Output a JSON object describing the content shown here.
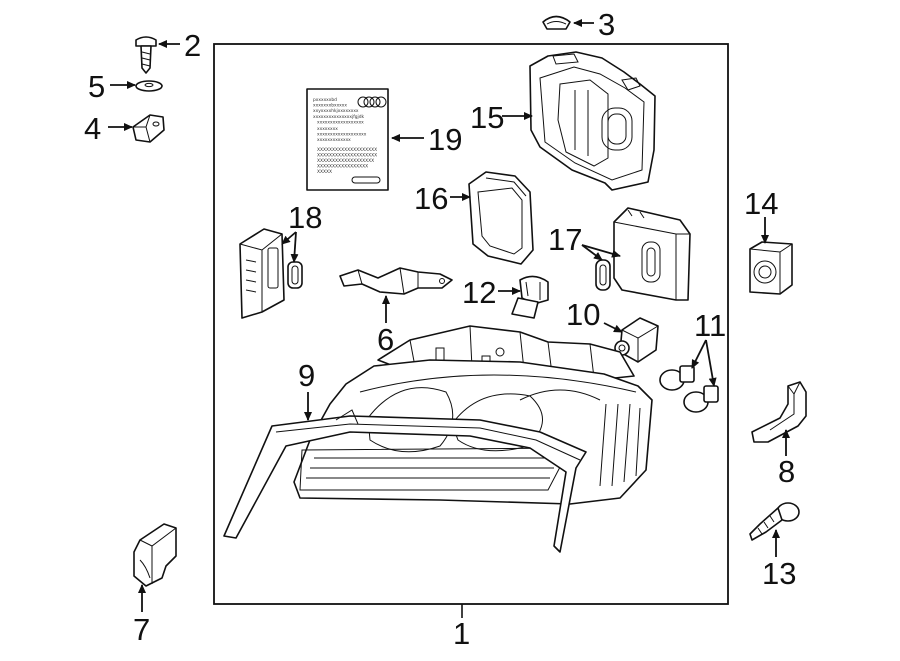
{
  "diagram": {
    "callouts": [
      {
        "id": "1",
        "text": "1"
      },
      {
        "id": "2",
        "text": "2"
      },
      {
        "id": "3",
        "text": "3"
      },
      {
        "id": "4",
        "text": "4"
      },
      {
        "id": "5",
        "text": "5"
      },
      {
        "id": "6",
        "text": "6"
      },
      {
        "id": "7",
        "text": "7"
      },
      {
        "id": "8",
        "text": "8"
      },
      {
        "id": "9",
        "text": "9"
      },
      {
        "id": "10",
        "text": "10"
      },
      {
        "id": "11",
        "text": "11"
      },
      {
        "id": "12",
        "text": "12"
      },
      {
        "id": "13",
        "text": "13"
      },
      {
        "id": "14",
        "text": "14"
      },
      {
        "id": "15",
        "text": "15"
      },
      {
        "id": "16",
        "text": "16"
      },
      {
        "id": "17",
        "text": "17"
      },
      {
        "id": "18",
        "text": "18"
      },
      {
        "id": "19",
        "text": "19"
      }
    ],
    "label_card": {
      "lines": [
        "pxxxxxxbd",
        "xxxxxxxbxxxxx",
        "xxyxxxxhkjxxxxxxxx",
        "xxxxxxxxxxxxxxxjfgjdk",
        "xxxxxxxxxxxxxxxxxx",
        "xxxxxxxx",
        "xxxxxxxxxxxxxxxxxxx",
        "xxxxxxxxxxxxx",
        "XXXXXXXXXXXXXXXXXXXX",
        "XXXXXXXXXXXXXXXXXXXX",
        "XXXXXXXXXXXXXXXXXXX",
        "XXXXXXXXXXXXXXXXX",
        "XXXXX"
      ]
    }
  }
}
